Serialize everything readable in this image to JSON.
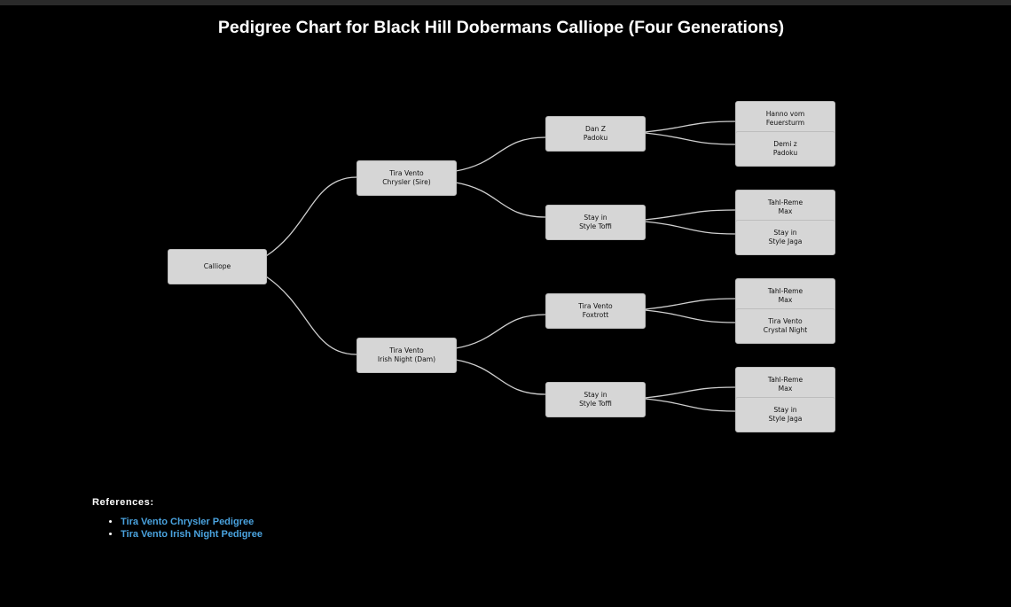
{
  "title": "Pedigree Chart for Black Hill Dobermans Calliope (Four Generations)",
  "pedigree": {
    "root": {
      "lines": [
        "Calliope"
      ]
    },
    "sire": {
      "lines": [
        "Tira Vento",
        "Chrysler (Sire)"
      ]
    },
    "dam": {
      "lines": [
        "Tira Vento",
        "Irish Night (Dam)"
      ]
    },
    "sire_sire": {
      "lines": [
        "Dan Z",
        "Padoku"
      ]
    },
    "sire_dam": {
      "lines": [
        "Stay in",
        "Style Toffi"
      ]
    },
    "dam_sire": {
      "lines": [
        "Tira Vento",
        "Foxtrott"
      ]
    },
    "dam_dam": {
      "lines": [
        "Stay in",
        "Style Toffi"
      ]
    },
    "sire_sire_sire": {
      "lines": [
        "Hanno vom",
        "Feuersturm"
      ]
    },
    "sire_sire_dam": {
      "lines": [
        "Demi z",
        "Padoku"
      ]
    },
    "sire_dam_sire": {
      "lines": [
        "Tahl-Reme",
        "Max"
      ]
    },
    "sire_dam_dam": {
      "lines": [
        "Stay in",
        "Style Jaga"
      ]
    },
    "dam_sire_sire": {
      "lines": [
        "Tahl-Reme",
        "Max"
      ]
    },
    "dam_sire_dam": {
      "lines": [
        "Tira Vento",
        "Crystal Night"
      ]
    },
    "dam_dam_sire": {
      "lines": [
        "Tahl-Reme",
        "Max"
      ]
    },
    "dam_dam_dam": {
      "lines": [
        "Stay in",
        "Style Jaga"
      ]
    }
  },
  "references": {
    "title": "References:",
    "items": [
      {
        "label": "Tira Vento Chrysler Pedigree"
      },
      {
        "label": "Tira Vento Irish Night Pedigree"
      }
    ]
  }
}
